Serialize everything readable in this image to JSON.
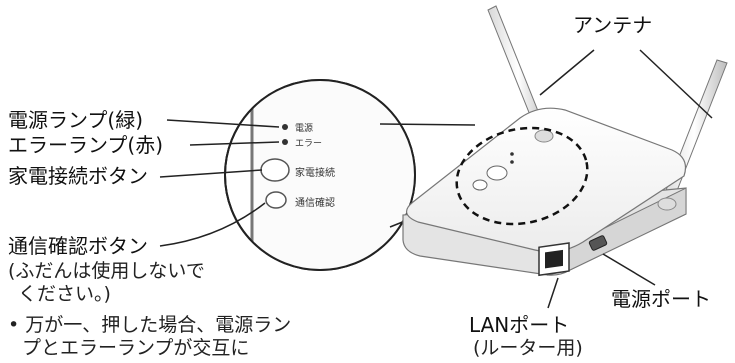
{
  "labels": {
    "power_lamp": "電源ランプ(緑)",
    "error_lamp": "エラーランプ(赤)",
    "appliance_connect_button": "家電接続ボタン",
    "comm_check_button": "通信確認ボタン",
    "comm_check_note_1": "(ふだんは使用しないで",
    "comm_check_note_2": "ください。)",
    "comm_check_note_3": "• 万が一、押した場合、電源ラン",
    "comm_check_note_4": "プとエラーランプが交互に",
    "antenna": "アンテナ",
    "power_port": "電源ポート",
    "lan_port": "LANポート",
    "lan_port_note": "(ルーター用)"
  },
  "device_panel": {
    "power": "電源",
    "error": "エラー",
    "appliance_connect": "家電接続",
    "comm_check": "通信確認"
  },
  "colors": {
    "line": "#222222",
    "device_body": "#f7f7f7",
    "device_shadow": "#cfcfcf"
  }
}
